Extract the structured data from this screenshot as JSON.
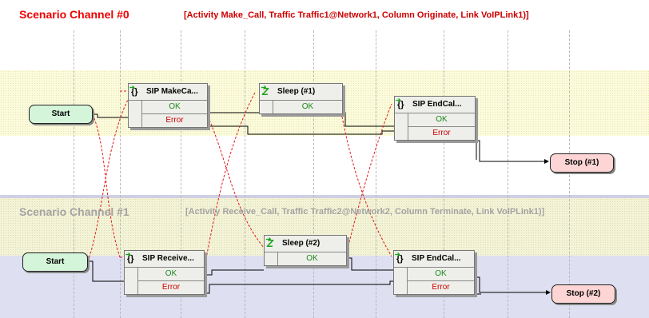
{
  "channels": [
    {
      "title": "Scenario Channel #0",
      "info": "[Activity Make_Call, Traffic Traffic1@Network1, Column Originate, Link VoIPLink1)]",
      "start_label": "Start",
      "stop_label": "Stop (#1)",
      "nodes": [
        {
          "label": "SIP MakeCa...",
          "icon": "sip-icon",
          "ok": "OK",
          "error": "Error"
        },
        {
          "label": "Sleep (#1)",
          "icon": "sleep-icon",
          "ok": "OK"
        },
        {
          "label": "SIP EndCal...",
          "icon": "sip-icon",
          "ok": "OK",
          "error": "Error"
        }
      ]
    },
    {
      "title": "Scenario Channel #1",
      "info": "[Activity Receive_Call, Traffic Traffic2@Network2, Column Terminate, Link VoIPLink1)]",
      "start_label": "Start",
      "stop_label": "Stop (#2)",
      "nodes": [
        {
          "label": "SIP Receive...",
          "icon": "sip-icon",
          "ok": "OK",
          "error": "Error"
        },
        {
          "label": "Sleep (#2)",
          "icon": "sleep-icon",
          "ok": "OK"
        },
        {
          "label": "SIP EndCal...",
          "icon": "sip-icon",
          "ok": "OK",
          "error": "Error"
        }
      ]
    }
  ],
  "icons": {
    "sip": "{}",
    "sleep": "Z",
    "arrow": "➔"
  },
  "colors": {
    "sync_line": "#e21a1a",
    "flow_line": "#000000",
    "ok_text": "#1a8a1a",
    "error_text": "#cc0000"
  }
}
